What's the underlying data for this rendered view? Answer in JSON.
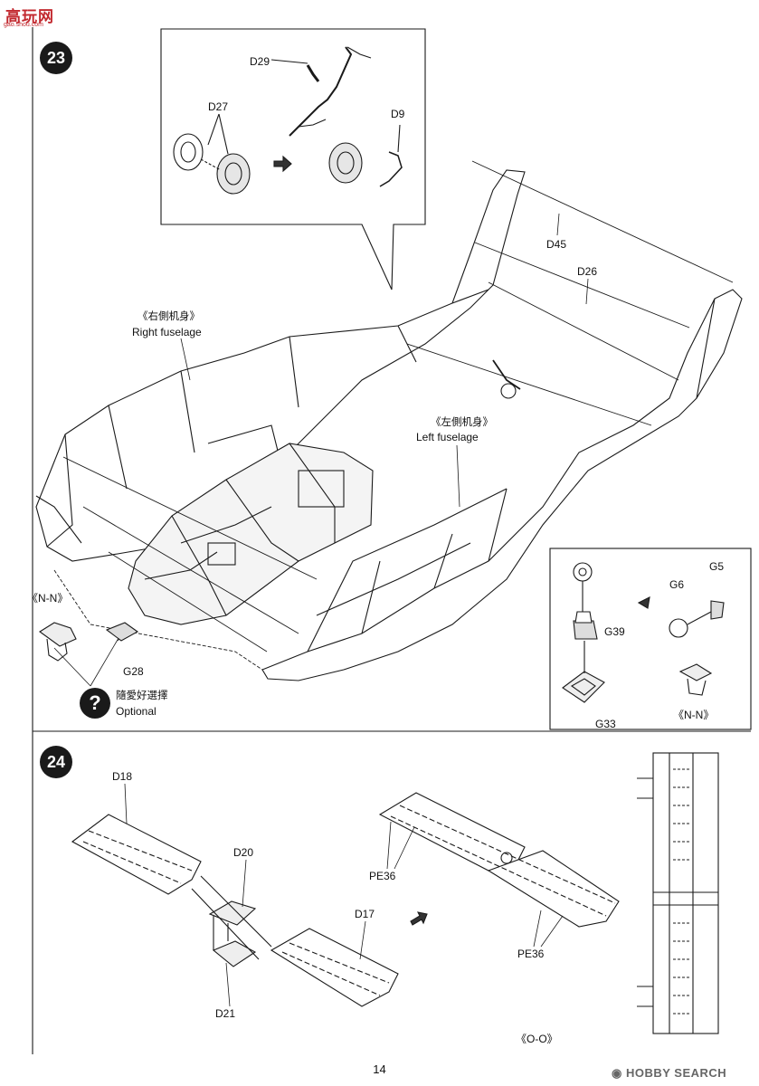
{
  "watermark": {
    "brand": "高玩网",
    "url": "gao.shou.com"
  },
  "step23": {
    "number": "23",
    "callout_parts": {
      "d29": "D29",
      "d27": "D27",
      "d9": "D9"
    },
    "parts": {
      "d45": "D45",
      "d26": "D26",
      "g28": "G28",
      "g5": "G5",
      "g6": "G6",
      "g39": "G39",
      "g33": "G33"
    },
    "right_fuselage": {
      "cn": "《右側机身》",
      "en": "Right fuselage"
    },
    "left_fuselage": {
      "cn": "《左側机身》",
      "en": "Left fuselage"
    },
    "view_nn": "《N-N》",
    "optional": {
      "cn": "隨愛好選擇",
      "en": "Optional"
    }
  },
  "step24": {
    "number": "24",
    "parts": {
      "d18": "D18",
      "d20": "D20",
      "d17": "D17",
      "d21": "D21",
      "pe36_a": "PE36",
      "pe36_b": "PE36"
    },
    "view_oo": "《O-O》"
  },
  "footer": {
    "page": "14",
    "hobby_search": "HOBBY SEARCH"
  }
}
